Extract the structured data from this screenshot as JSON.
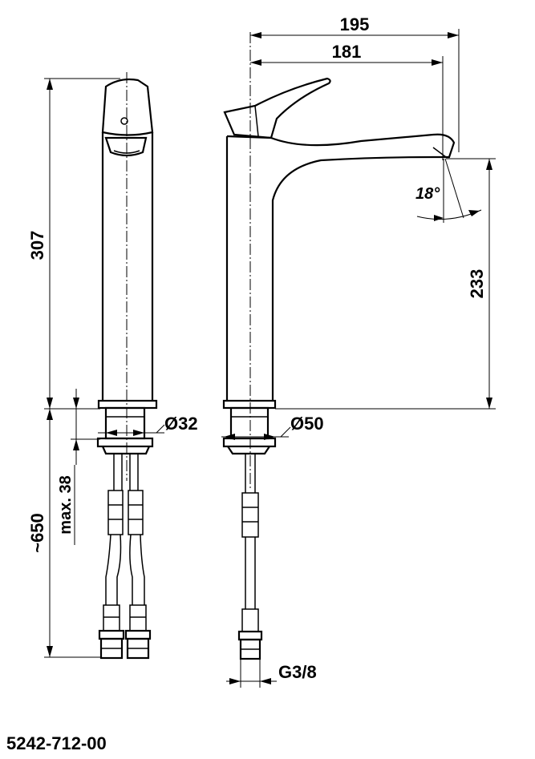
{
  "part_number": "5242-712-00",
  "dimensions": {
    "overall_reach": "195",
    "spout_reach": "181",
    "total_height": "307",
    "spout_height": "233",
    "spout_angle": "18°",
    "hose_length": "~650",
    "max_deck_thickness": "max. 38",
    "hole_diameter": "Ø32",
    "base_diameter": "Ø50",
    "connection_thread": "G3/8"
  }
}
